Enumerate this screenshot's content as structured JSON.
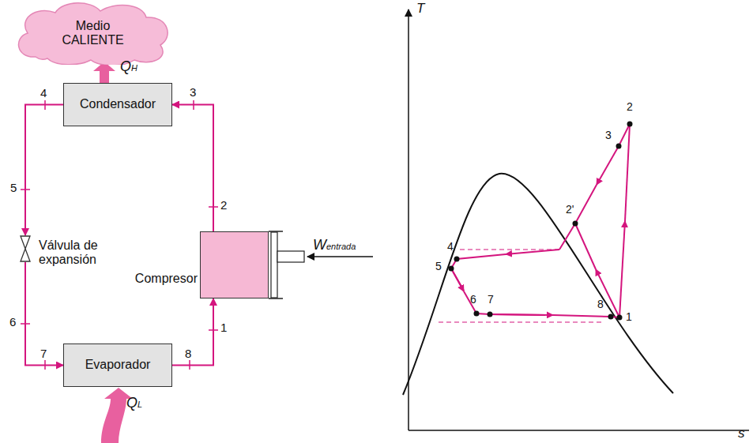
{
  "diagram": {
    "nodes": [
      {
        "text": [
          "Medio CALIENTE"
        ]
      },
      {
        "text": [
          "Condensador"
        ]
      },
      {
        "text": [
          "Compresor"
        ]
      },
      {
        "text": [
          "Válvula de expansión"
        ]
      },
      {
        "text": [
          "Evaporador"
        ]
      }
    ],
    "edges": [
      {
        "from": 1,
        "to": 0,
        "arrow": "to",
        "label": "QH"
      },
      {
        "from": 2,
        "to": 1,
        "arrow": "to"
      },
      {
        "from": 1,
        "to": 3,
        "arrow": "to"
      },
      {
        "from": 3,
        "to": 4,
        "arrow": "to"
      },
      {
        "from": 4,
        "to": 2,
        "arrow": "to"
      }
    ],
    "labels": [
      "4",
      "5",
      "6",
      "7",
      "8",
      "1",
      "2",
      "3",
      "QL",
      "Wentrada",
      "T",
      "s",
      "2",
      "3",
      "2'",
      "4",
      "5",
      "6",
      "7",
      "8",
      "1"
    ]
  }
}
